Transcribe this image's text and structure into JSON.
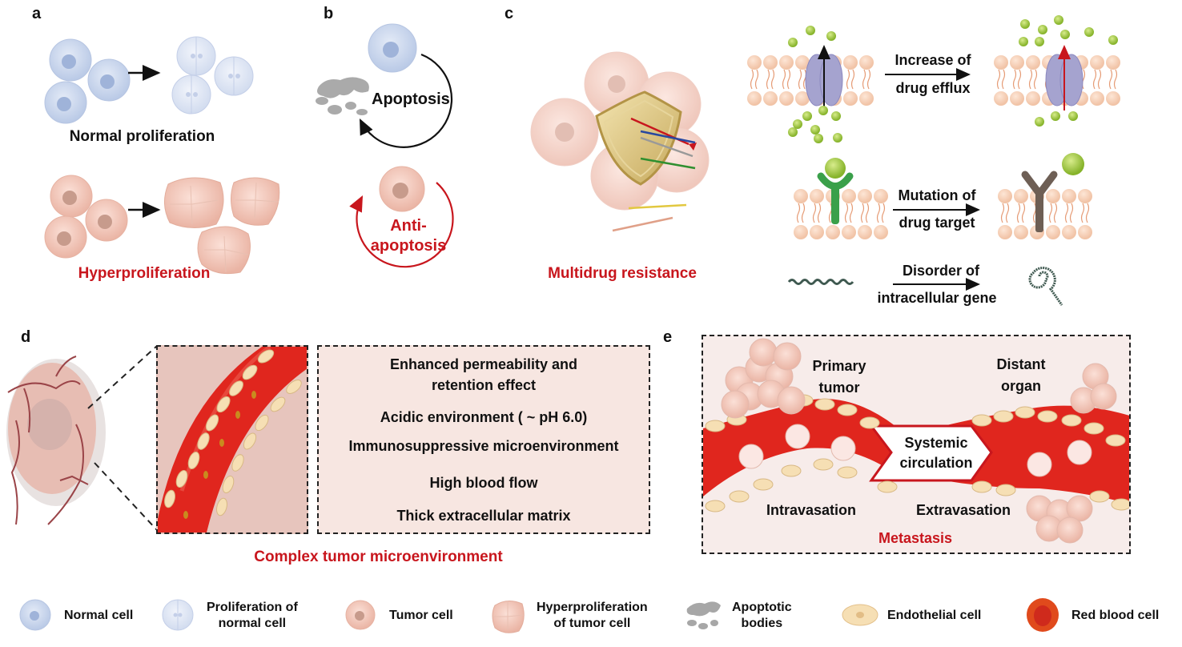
{
  "panels": {
    "a": {
      "label": "a",
      "normal_caption": "Normal proliferation",
      "hyper_caption": "Hyperproliferation"
    },
    "b": {
      "label": "b",
      "apoptosis": "Apoptosis",
      "anti_line1": "Anti-",
      "anti_line2": "apoptosis"
    },
    "c": {
      "label": "c",
      "mdr_caption": "Multidrug resistance",
      "mech1_line1": "Increase of",
      "mech1_line2": "drug efflux",
      "mech2_line1": "Mutation of",
      "mech2_line2": "drug target",
      "mech3_line1": "Disorder of",
      "mech3_line2": "intracellular gene"
    },
    "d": {
      "label": "d",
      "features": [
        "Enhanced permeability and",
        "retention effect",
        "Acidic environment ( ~ pH 6.0)",
        "Immunosuppressive microenvironment",
        "High blood flow",
        "Thick extracellular matrix"
      ],
      "caption": "Complex tumor microenvironment"
    },
    "e": {
      "label": "e",
      "primary_line1": "Primary",
      "primary_line2": "tumor",
      "distant_line1": "Distant",
      "distant_line2": "organ",
      "systemic_line1": "Systemic",
      "systemic_line2": "circulation",
      "intravasation": "Intravasation",
      "extravasation": "Extravasation",
      "caption": "Metastasis"
    }
  },
  "legend": [
    {
      "icon": "normal-cell-icon",
      "line1": "Normal cell",
      "line2": ""
    },
    {
      "icon": "proliferating-normal-cell-icon",
      "line1": "Proliferation of",
      "line2": "normal cell"
    },
    {
      "icon": "tumor-cell-icon",
      "line1": "Tumor cell",
      "line2": ""
    },
    {
      "icon": "hyperproliferating-tumor-cell-icon",
      "line1": "Hyperproliferation",
      "line2": "of tumor cell"
    },
    {
      "icon": "apoptotic-bodies-icon",
      "line1": "Apoptotic",
      "line2": "bodies"
    },
    {
      "icon": "endothelial-cell-icon",
      "line1": "Endothelial cell",
      "line2": ""
    },
    {
      "icon": "red-blood-cell-icon",
      "line1": "Red blood cell",
      "line2": ""
    }
  ],
  "colors": {
    "accent_red": "#c8161d",
    "normal_cell": "#c9d6ec",
    "tumor_cell": "#f2c4b8",
    "vessel": "#e0261e",
    "endothelial": "#f6dfb4",
    "drug": "#9cc23a",
    "box_fill": "#f7e6e1"
  }
}
